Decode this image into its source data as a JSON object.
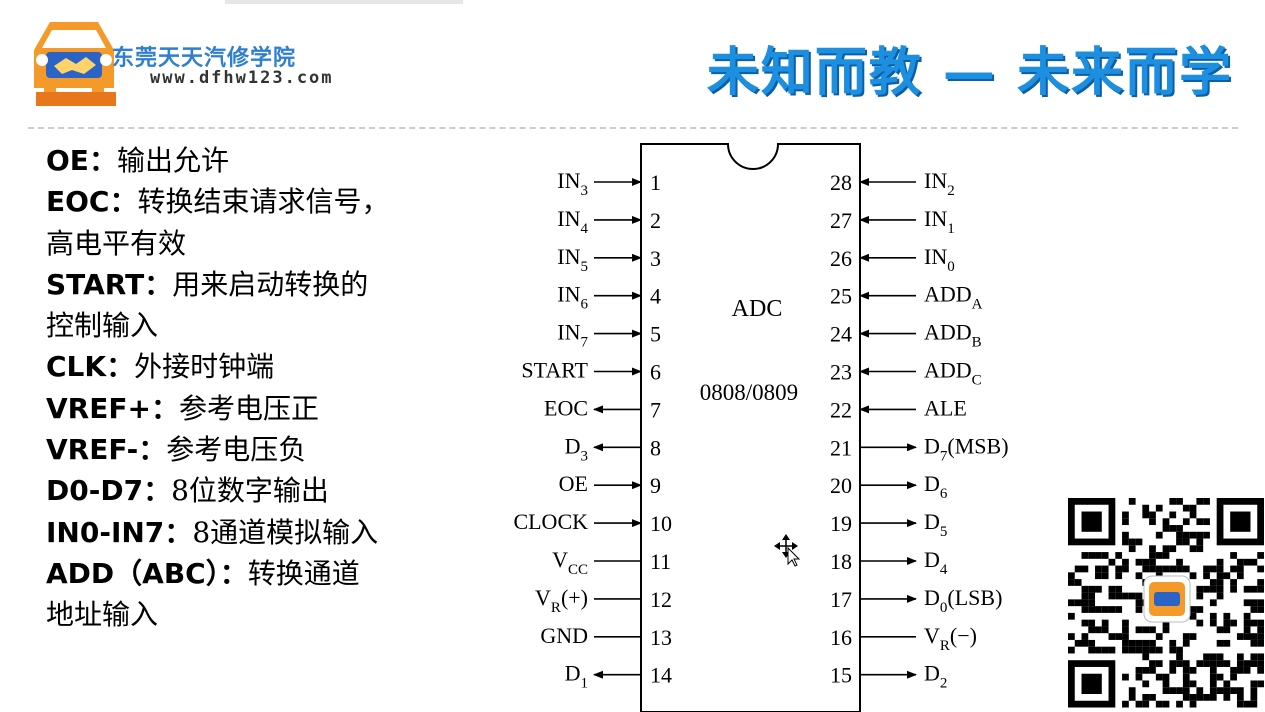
{
  "header": {
    "brand": "东莞天天汽修学院",
    "url": "www.dfhw123.com",
    "slogan": "未知而教 — 未来而学",
    "colors": {
      "slogan": "#1d8fe0",
      "brand": "#2e7fd0"
    }
  },
  "definitions": [
    {
      "term": "OE",
      "sep": "：",
      "desc": "输出允许"
    },
    {
      "term": "EOC",
      "sep": "：",
      "desc": "转换结束请求信号，"
    },
    {
      "term": "",
      "sep": "",
      "desc": "高电平有效"
    },
    {
      "term": "START",
      "sep": "：",
      "desc": "用来启动转换的"
    },
    {
      "term": "",
      "sep": "",
      "desc": "控制输入"
    },
    {
      "term": "CLK",
      "sep": "：",
      "desc": "外接时钟端"
    },
    {
      "term": "VREF+",
      "sep": "：",
      "desc": "参考电压正"
    },
    {
      "term": "VREF-",
      "sep": "：",
      "desc": "参考电压负"
    },
    {
      "term": "D0-D7",
      "sep": "：",
      "desc": "8位数字输出"
    },
    {
      "term": "IN0-IN7",
      "sep": "：",
      "desc": "8通道模拟输入"
    },
    {
      "term": "ADD（ABC）",
      "sep": "：",
      "desc": "转换通道"
    },
    {
      "term": "",
      "sep": "",
      "desc": "地址输入"
    }
  ],
  "chip": {
    "name": "ADC",
    "model": "0808/0809",
    "left_pins": [
      {
        "num": "1",
        "name": "IN",
        "sub": "3",
        "dir": "in"
      },
      {
        "num": "2",
        "name": "IN",
        "sub": "4",
        "dir": "in"
      },
      {
        "num": "3",
        "name": "IN",
        "sub": "5",
        "dir": "in"
      },
      {
        "num": "4",
        "name": "IN",
        "sub": "6",
        "dir": "in"
      },
      {
        "num": "5",
        "name": "IN",
        "sub": "7",
        "dir": "in"
      },
      {
        "num": "6",
        "name": "START",
        "sub": "",
        "dir": "in"
      },
      {
        "num": "7",
        "name": "EOC",
        "sub": "",
        "dir": "out"
      },
      {
        "num": "8",
        "name": "D",
        "sub": "3",
        "dir": "out"
      },
      {
        "num": "9",
        "name": "OE",
        "sub": "",
        "dir": "in"
      },
      {
        "num": "10",
        "name": "CLOCK",
        "sub": "",
        "dir": "in"
      },
      {
        "num": "11",
        "name": "V",
        "sub": "CC",
        "dir": "none"
      },
      {
        "num": "12",
        "name": "V",
        "sub": "R",
        "suffix": "(+)",
        "dir": "none"
      },
      {
        "num": "13",
        "name": "GND",
        "sub": "",
        "dir": "none"
      },
      {
        "num": "14",
        "name": "D",
        "sub": "1",
        "dir": "out"
      }
    ],
    "right_pins": [
      {
        "num": "28",
        "name": "IN",
        "sub": "2",
        "dir": "in"
      },
      {
        "num": "27",
        "name": "IN",
        "sub": "1",
        "dir": "in"
      },
      {
        "num": "26",
        "name": "IN",
        "sub": "0",
        "dir": "in"
      },
      {
        "num": "25",
        "name": "ADD",
        "sub": "A",
        "dir": "in"
      },
      {
        "num": "24",
        "name": "ADD",
        "sub": "B",
        "dir": "in"
      },
      {
        "num": "23",
        "name": "ADD",
        "sub": "C",
        "dir": "in"
      },
      {
        "num": "22",
        "name": "ALE",
        "sub": "",
        "dir": "in"
      },
      {
        "num": "21",
        "name": "D",
        "sub": "7",
        "suffix": "(MSB)",
        "dir": "out"
      },
      {
        "num": "20",
        "name": "D",
        "sub": "6",
        "dir": "out"
      },
      {
        "num": "19",
        "name": "D",
        "sub": "5",
        "dir": "out"
      },
      {
        "num": "18",
        "name": "D",
        "sub": "4",
        "dir": "out"
      },
      {
        "num": "17",
        "name": "D",
        "sub": "0",
        "suffix": "(LSB)",
        "dir": "out"
      },
      {
        "num": "16",
        "name": "V",
        "sub": "R",
        "suffix": "(−)",
        "dir": "none"
      },
      {
        "num": "15",
        "name": "D",
        "sub": "2",
        "dir": "out"
      }
    ]
  }
}
